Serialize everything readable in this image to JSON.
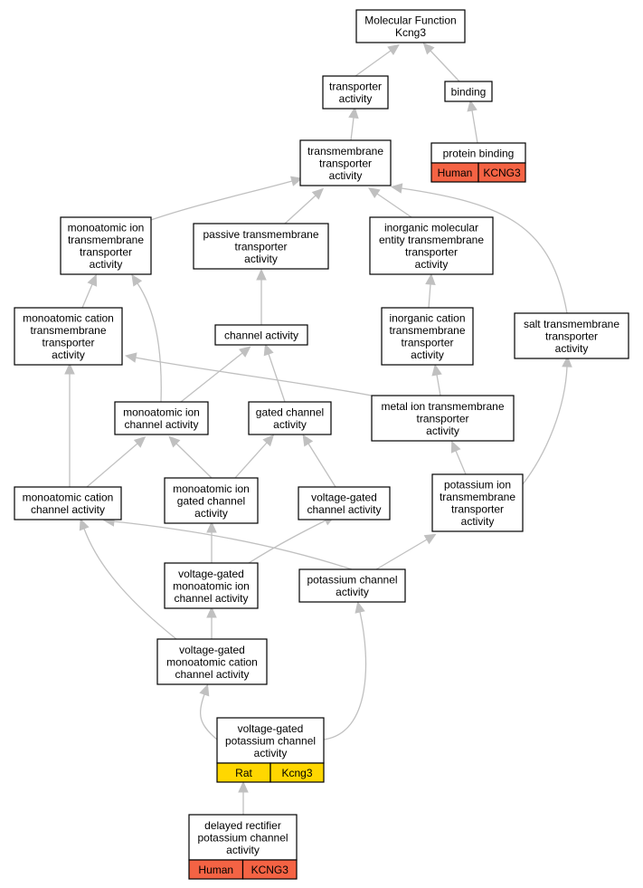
{
  "colors": {
    "human_badge": "#f46344",
    "rat_badge": "#ffd700",
    "edge": "#c0c0c0",
    "node_border": "#000000"
  },
  "nodes": [
    {
      "id": "mf",
      "lines": [
        "Molecular Function",
        "Kcng3"
      ]
    },
    {
      "id": "transporter",
      "lines": [
        "transporter",
        "activity"
      ]
    },
    {
      "id": "binding",
      "lines": [
        "binding"
      ]
    },
    {
      "id": "protein-binding",
      "lines": [
        "protein binding"
      ],
      "badge": {
        "species": "Human",
        "gene": "KCNG3"
      }
    },
    {
      "id": "tm-transporter",
      "lines": [
        "transmembrane",
        "transporter",
        "activity"
      ]
    },
    {
      "id": "ion-tm-transporter",
      "lines": [
        "monoatomic ion",
        "transmembrane",
        "transporter",
        "activity"
      ]
    },
    {
      "id": "passive-tm",
      "lines": [
        "passive transmembrane",
        "transporter",
        "activity"
      ]
    },
    {
      "id": "inorganic-mol",
      "lines": [
        "inorganic molecular",
        "entity transmembrane",
        "transporter",
        "activity"
      ]
    },
    {
      "id": "cation-tm",
      "lines": [
        "monoatomic cation",
        "transmembrane",
        "transporter",
        "activity"
      ]
    },
    {
      "id": "channel",
      "lines": [
        "channel activity"
      ]
    },
    {
      "id": "inorganic-cation",
      "lines": [
        "inorganic cation",
        "transmembrane",
        "transporter",
        "activity"
      ]
    },
    {
      "id": "salt-tm",
      "lines": [
        "salt transmembrane",
        "transporter",
        "activity"
      ]
    },
    {
      "id": "ion-channel",
      "lines": [
        "monoatomic ion",
        "channel activity"
      ]
    },
    {
      "id": "gated-channel",
      "lines": [
        "gated channel",
        "activity"
      ]
    },
    {
      "id": "metal-ion",
      "lines": [
        "metal ion transmembrane",
        "transporter",
        "activity"
      ]
    },
    {
      "id": "cation-channel",
      "lines": [
        "monoatomic cation",
        "channel activity"
      ]
    },
    {
      "id": "ion-gated",
      "lines": [
        "monoatomic ion",
        "gated channel",
        "activity"
      ]
    },
    {
      "id": "vg-channel",
      "lines": [
        "voltage-gated",
        "channel activity"
      ]
    },
    {
      "id": "k-ion-tm",
      "lines": [
        "potassium ion",
        "transmembrane",
        "transporter",
        "activity"
      ]
    },
    {
      "id": "vg-ion-channel",
      "lines": [
        "voltage-gated",
        "monoatomic ion",
        "channel activity"
      ]
    },
    {
      "id": "k-channel",
      "lines": [
        "potassium channel",
        "activity"
      ]
    },
    {
      "id": "vg-cation-channel",
      "lines": [
        "voltage-gated",
        "monoatomic cation",
        "channel activity"
      ]
    },
    {
      "id": "vg-k-channel",
      "lines": [
        "voltage-gated",
        "potassium channel",
        "activity"
      ],
      "badge": {
        "species": "Rat",
        "gene": "Kcng3"
      }
    },
    {
      "id": "delayed-rectifier",
      "lines": [
        "delayed rectifier",
        "potassium channel",
        "activity"
      ],
      "badge": {
        "species": "Human",
        "gene": "KCNG3"
      }
    }
  ],
  "edges": [
    {
      "from": "transporter",
      "to": "mf"
    },
    {
      "from": "binding",
      "to": "mf"
    },
    {
      "from": "protein-binding",
      "to": "binding"
    },
    {
      "from": "tm-transporter",
      "to": "transporter"
    },
    {
      "from": "ion-tm-transporter",
      "to": "tm-transporter"
    },
    {
      "from": "passive-tm",
      "to": "tm-transporter"
    },
    {
      "from": "inorganic-mol",
      "to": "tm-transporter"
    },
    {
      "from": "salt-tm",
      "to": "tm-transporter"
    },
    {
      "from": "cation-tm",
      "to": "ion-tm-transporter"
    },
    {
      "from": "ion-channel",
      "to": "ion-tm-transporter"
    },
    {
      "from": "channel",
      "to": "passive-tm"
    },
    {
      "from": "inorganic-cation",
      "to": "inorganic-mol"
    },
    {
      "from": "metal-ion",
      "to": "inorganic-cation"
    },
    {
      "from": "metal-ion",
      "to": "cation-tm"
    },
    {
      "from": "ion-channel",
      "to": "channel"
    },
    {
      "from": "gated-channel",
      "to": "channel"
    },
    {
      "from": "cation-channel",
      "to": "cation-tm"
    },
    {
      "from": "cation-channel",
      "to": "ion-channel"
    },
    {
      "from": "ion-gated",
      "to": "ion-channel"
    },
    {
      "from": "ion-gated",
      "to": "gated-channel"
    },
    {
      "from": "vg-channel",
      "to": "gated-channel"
    },
    {
      "from": "k-ion-tm",
      "to": "metal-ion"
    },
    {
      "from": "k-ion-tm",
      "to": "salt-tm"
    },
    {
      "from": "vg-ion-channel",
      "to": "ion-gated"
    },
    {
      "from": "vg-ion-channel",
      "to": "vg-channel"
    },
    {
      "from": "k-channel",
      "to": "cation-channel"
    },
    {
      "from": "k-channel",
      "to": "k-ion-tm"
    },
    {
      "from": "vg-cation-channel",
      "to": "vg-ion-channel"
    },
    {
      "from": "vg-cation-channel",
      "to": "cation-channel"
    },
    {
      "from": "vg-k-channel",
      "to": "vg-cation-channel"
    },
    {
      "from": "vg-k-channel",
      "to": "k-channel"
    },
    {
      "from": "delayed-rectifier",
      "to": "vg-k-channel"
    }
  ]
}
